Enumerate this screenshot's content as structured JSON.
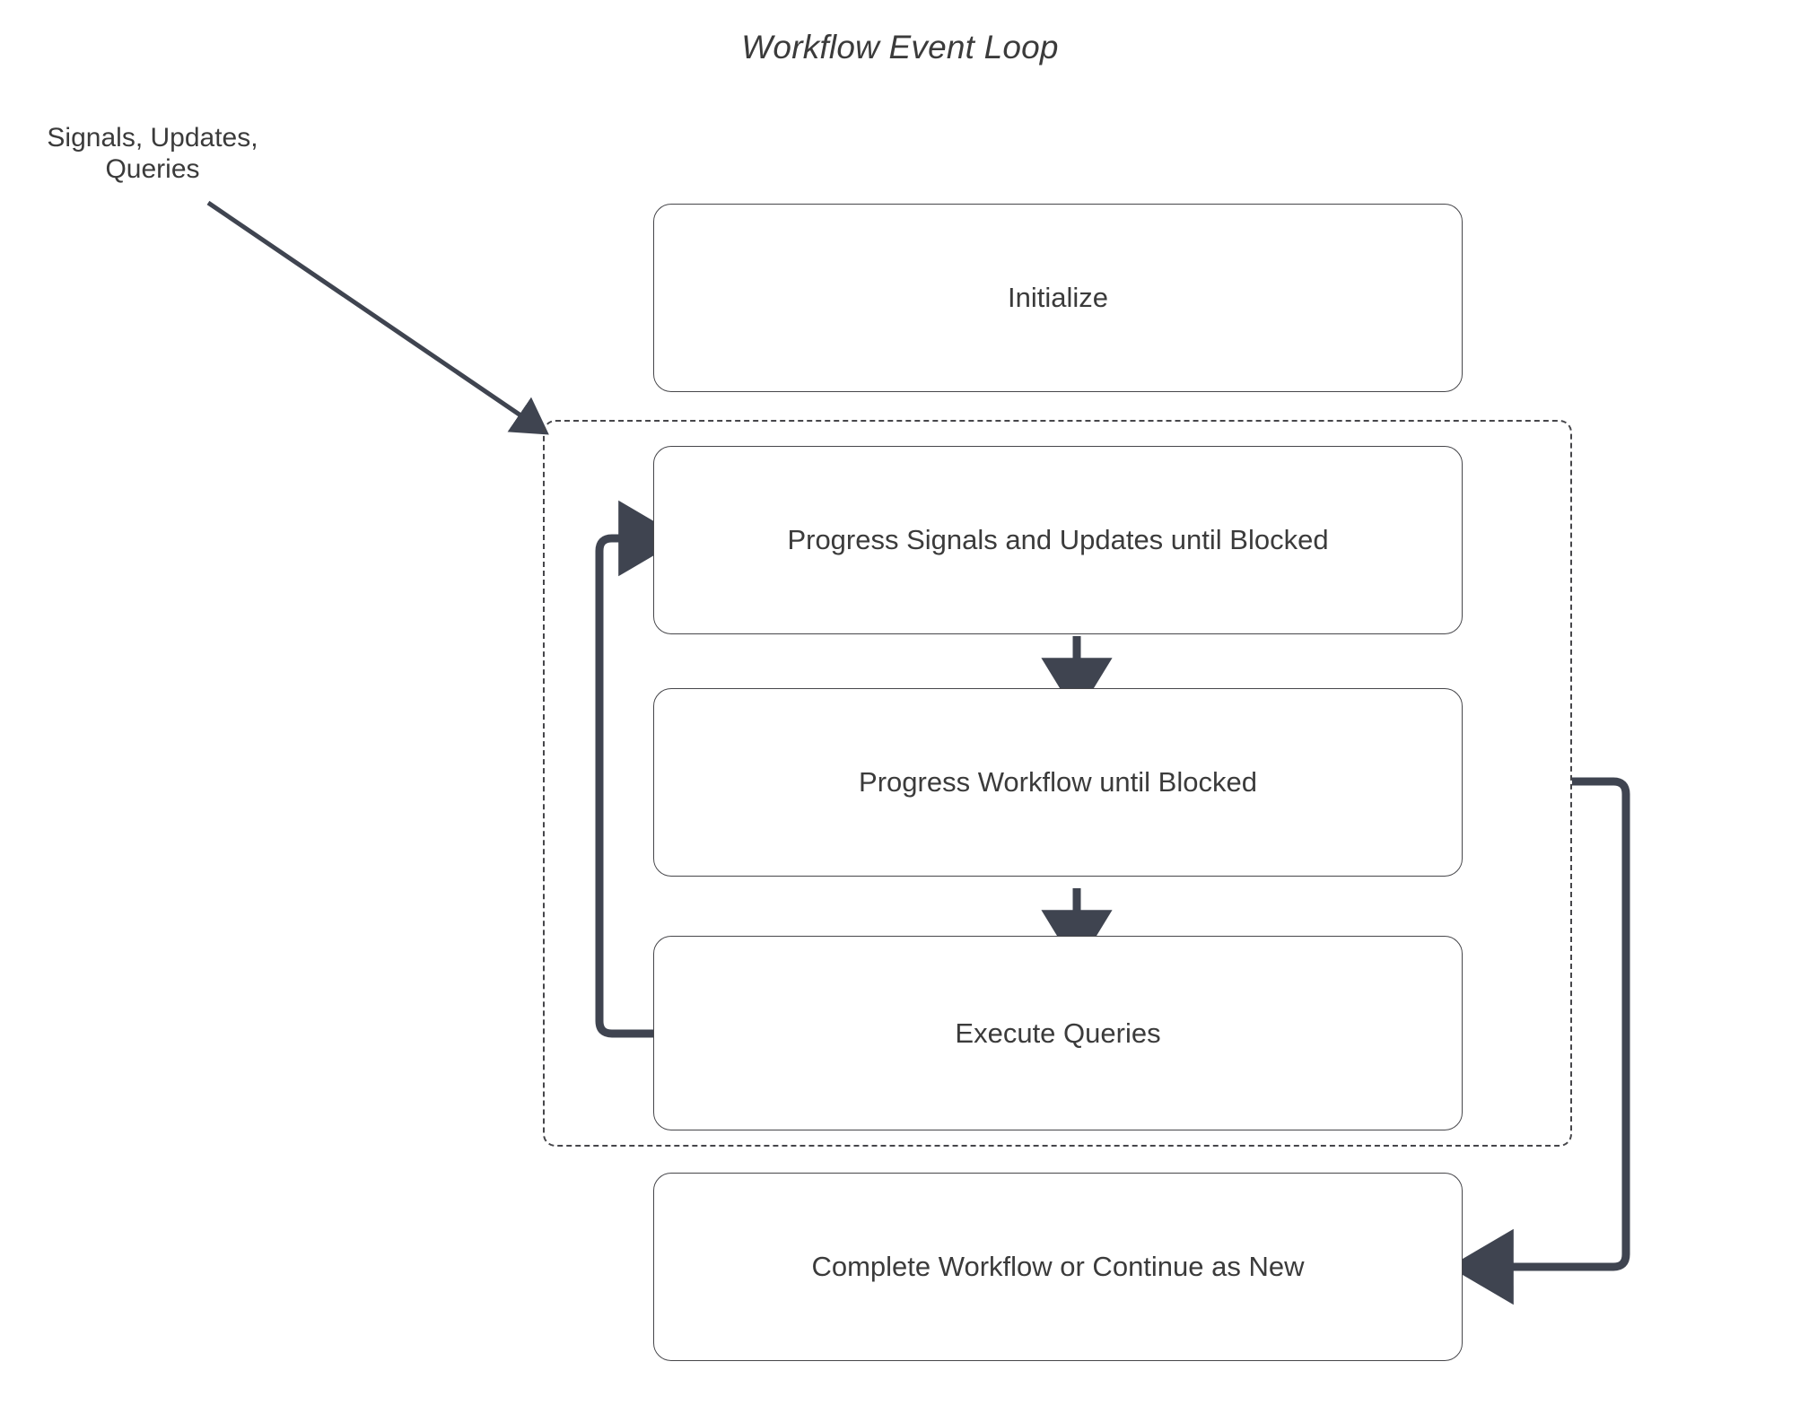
{
  "title": "Workflow Event Loop",
  "external_labels": [
    {
      "text": "Signals, Updates,\nQueries",
      "name": "signals-updates-queries-label"
    }
  ],
  "nodes": [
    {
      "id": "initialize",
      "label": "Initialize"
    },
    {
      "id": "progress-signals",
      "label": "Progress Signals and Updates until Blocked"
    },
    {
      "id": "progress-workflow",
      "label": "Progress Workflow until Blocked"
    },
    {
      "id": "execute-queries",
      "label": "Execute Queries"
    },
    {
      "id": "complete-workflow",
      "label": "Complete Workflow or Continue as New"
    }
  ],
  "loop_group": {
    "name": "event-loop-group",
    "style": "dashed"
  },
  "edges": [
    {
      "from": "signals-updates-queries-label",
      "to": "event-loop-group",
      "name": "signals-into-loop-arrow"
    },
    {
      "from": "progress-signals",
      "to": "progress-workflow",
      "name": "signals-to-workflow-arrow"
    },
    {
      "from": "progress-workflow",
      "to": "execute-queries",
      "name": "workflow-to-queries-arrow"
    },
    {
      "from": "execute-queries",
      "to": "progress-signals",
      "name": "loop-back-arrow"
    },
    {
      "from": "event-loop-group",
      "to": "complete-workflow",
      "name": "loop-exit-arrow"
    }
  ],
  "colors": {
    "edge": "#3f4450",
    "node_border": "#46464a",
    "text": "#3b3b3b",
    "background": "#ffffff"
  }
}
